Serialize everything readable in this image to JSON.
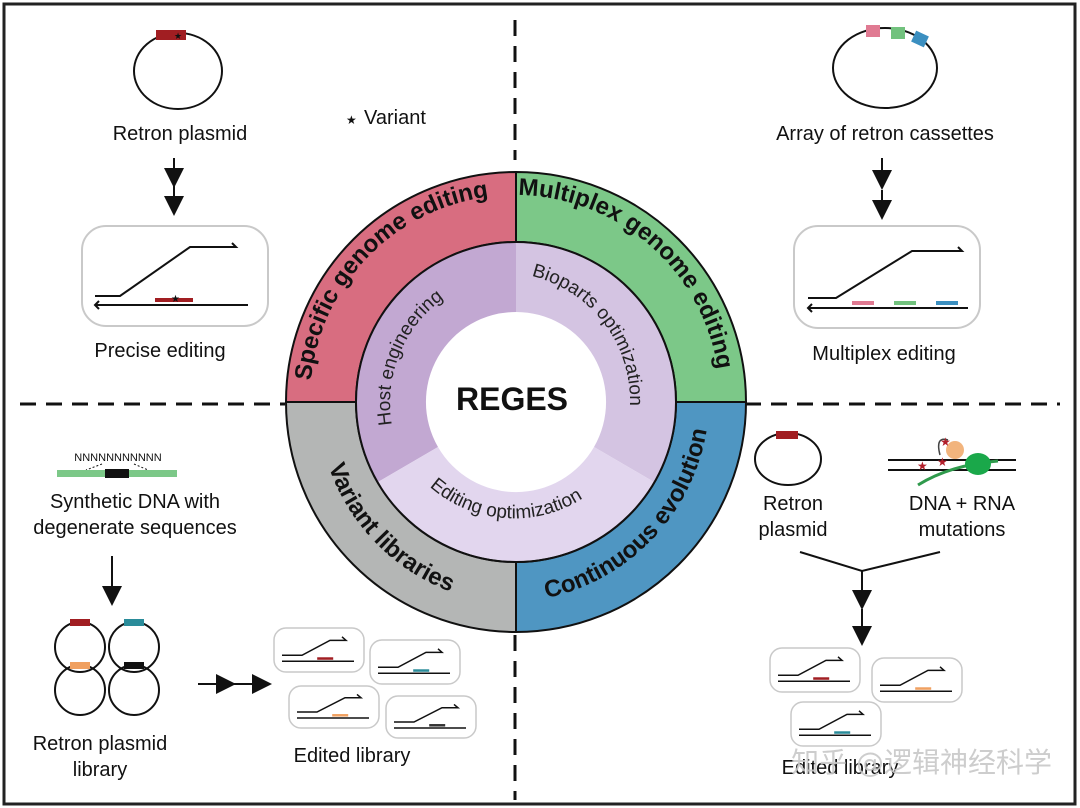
{
  "center_title": "REGES",
  "outer_ring": {
    "top_left": "Specific genome editing",
    "top_right": "Multiplex genome editing",
    "bottom_right": "Continuous evolution",
    "bottom_left": "Variant libraries"
  },
  "inner_ring": {
    "left": "Host engineering",
    "right": "Bioparts optimization",
    "bottom": "Editing optimization"
  },
  "colors": {
    "specific": "#d86d80",
    "multiplex": "#7cc888",
    "continuous": "#4f96c2",
    "variant": "#b4b6b5",
    "inner_left": "#c2a8d2",
    "inner_right": "#d4c4e2",
    "inner_bottom": "#e2d6ee",
    "cassette_pink": "#e07a92",
    "cassette_green": "#72c27e",
    "cassette_blue": "#3b8fc0",
    "plasmid_red": "#a11e22",
    "plasmid_teal": "#2a8c9a",
    "plasmid_orange": "#f0a060"
  },
  "top_left": {
    "plasmid_label": "Retron plasmid",
    "variant_legend": "Variant",
    "result_label": "Precise editing"
  },
  "top_right": {
    "plasmid_label": "Array of retron cassettes",
    "result_label": "Multiplex editing"
  },
  "bottom_left": {
    "sequence": "NNNNNNNNNNN",
    "dna_label_line1": "Synthetic DNA with",
    "dna_label_line2": "degenerate sequences",
    "library_label_line1": "Retron plasmid",
    "library_label_line2": "library",
    "edited_label": "Edited library"
  },
  "bottom_right": {
    "plasmid_label_line1": "Retron",
    "plasmid_label_line2": "plasmid",
    "mutation_label_line1": "DNA + RNA",
    "mutation_label_line2": "mutations",
    "edited_label": "Edited library"
  },
  "watermark": "知乎 @逻辑神经科学"
}
